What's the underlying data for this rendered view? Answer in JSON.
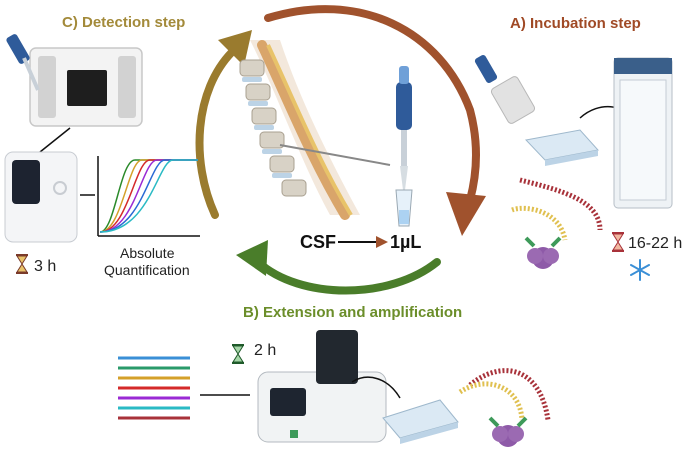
{
  "labels": {
    "detection_step": "C) Detection step",
    "incubation_step": "A) Incubation step",
    "extension_step": "B) Extension and amplification",
    "csf": "CSF",
    "volume": "1µL",
    "absolute": "Absolute",
    "quantification": "Quantification",
    "time_detection": "3 h",
    "time_incubation": "16-22 h",
    "time_extension": "2 h"
  },
  "colors": {
    "detection": "#a38a3a",
    "incubation": "#a04a26",
    "extension": "#6b8e2a",
    "arrow_brown": "#a0522d",
    "arrow_gold": "#9a7b2e",
    "arrow_green": "#4a7d2a",
    "pipette_blue": "#2f5b9a",
    "antigen_purple": "#8e5aa8",
    "antibody_green": "#3e9a5a",
    "snowflake": "#3a8fd6",
    "dna_red": "#a8323a",
    "dna_yellow": "#e0c050"
  },
  "icons": [
    "hourglass-icon",
    "snowflake-icon",
    "pipette-icon",
    "spine-illustration",
    "qpcr-machine-icon",
    "fridge-icon",
    "well-plate-icon",
    "chip-icon",
    "thermocycler-icon",
    "antibody-complex-icon",
    "dna-strands-icon"
  ]
}
